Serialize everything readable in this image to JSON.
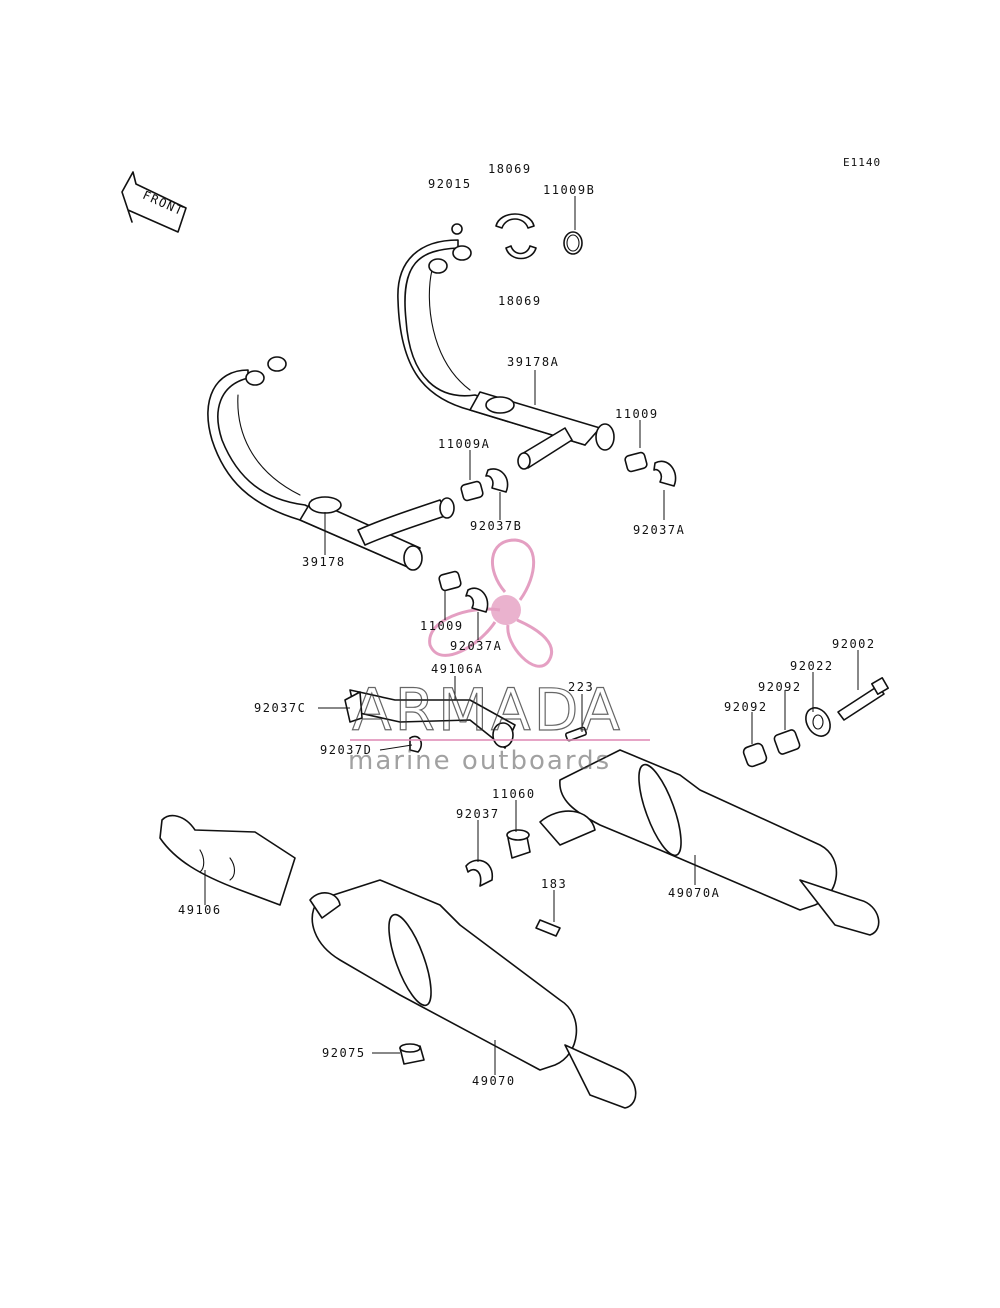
{
  "diagram": {
    "reference_code": "E1140",
    "front_label": "FRONT",
    "parts": [
      {
        "id": "p-92015",
        "label": "92015"
      },
      {
        "id": "p-18069-top",
        "label": "18069"
      },
      {
        "id": "p-11009b",
        "label": "11009B"
      },
      {
        "id": "p-18069-bot",
        "label": "18069"
      },
      {
        "id": "p-39178a",
        "label": "39178A"
      },
      {
        "id": "p-11009-right",
        "label": "11009"
      },
      {
        "id": "p-11009a",
        "label": "11009A"
      },
      {
        "id": "p-92037a-right",
        "label": "92037A"
      },
      {
        "id": "p-92037b",
        "label": "92037B"
      },
      {
        "id": "p-39178",
        "label": "39178"
      },
      {
        "id": "p-11009-mid",
        "label": "11009"
      },
      {
        "id": "p-92037a-mid",
        "label": "92037A"
      },
      {
        "id": "p-49106a",
        "label": "49106A"
      },
      {
        "id": "p-92002",
        "label": "92002"
      },
      {
        "id": "p-92022",
        "label": "92022"
      },
      {
        "id": "p-223",
        "label": "223"
      },
      {
        "id": "p-92092-a",
        "label": "92092"
      },
      {
        "id": "p-92092-b",
        "label": "92092"
      },
      {
        "id": "p-92037c",
        "label": "92037C"
      },
      {
        "id": "p-92037d",
        "label": "92037D"
      },
      {
        "id": "p-11060",
        "label": "11060"
      },
      {
        "id": "p-92037",
        "label": "92037"
      },
      {
        "id": "p-183",
        "label": "183"
      },
      {
        "id": "p-49070a",
        "label": "49070A"
      },
      {
        "id": "p-49106",
        "label": "49106"
      },
      {
        "id": "p-92075",
        "label": "92075"
      },
      {
        "id": "p-49070",
        "label": "49070"
      }
    ]
  },
  "watermark": {
    "brand": "ARMADA",
    "tagline": "marine outboards",
    "accent_color": "#e08fb8"
  }
}
